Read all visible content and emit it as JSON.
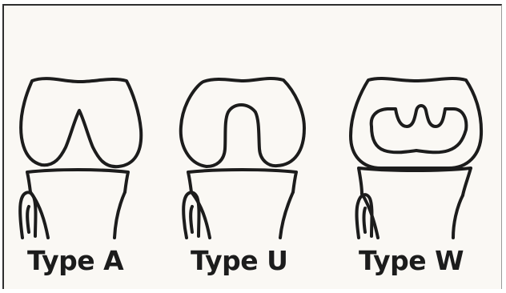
{
  "panels": [
    {
      "id": "a",
      "label": "Type A",
      "notch_shape": "A"
    },
    {
      "id": "u",
      "label": "Type U",
      "notch_shape": "U"
    },
    {
      "id": "w",
      "label": "Type W",
      "notch_shape": "W"
    }
  ],
  "colors": {
    "line": "#1c1c1c",
    "background": "#faf8f4",
    "frame": "#2e2e2e"
  }
}
